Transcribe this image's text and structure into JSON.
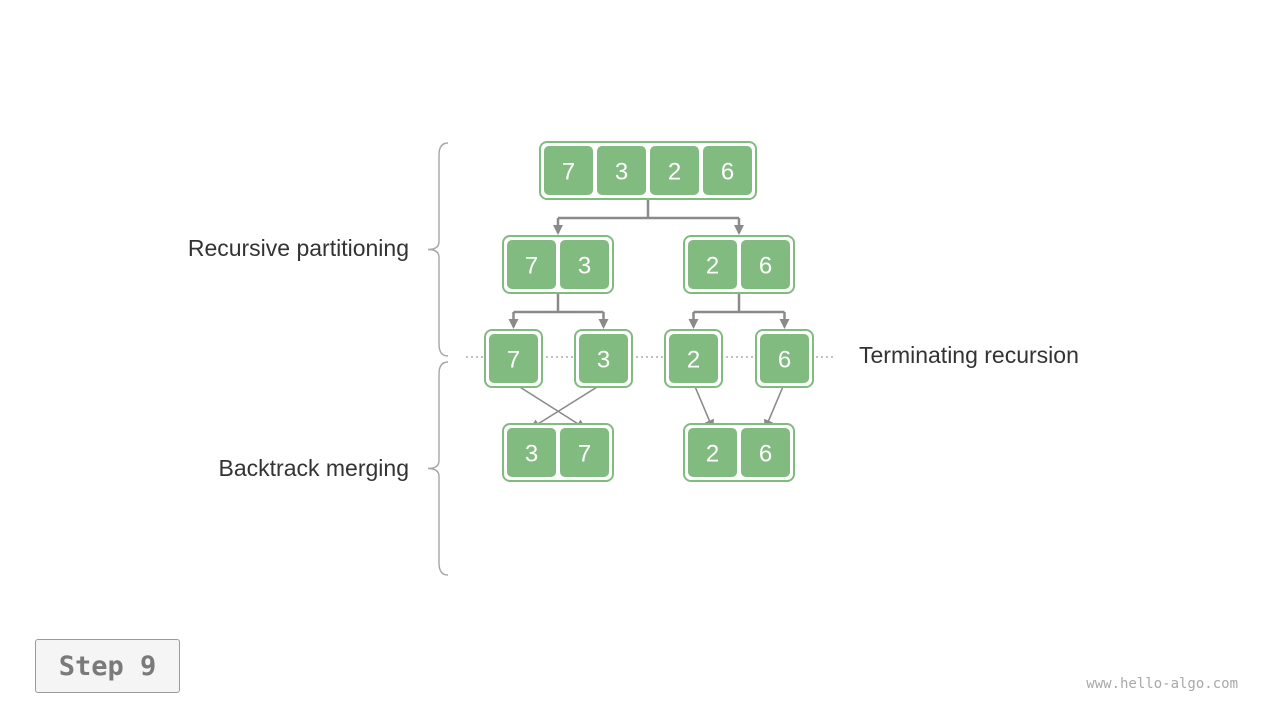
{
  "labels": {
    "partition": "Recursive partitioning",
    "merge": "Backtrack merging",
    "terminate": "Terminating recursion"
  },
  "step_label": "Step 9",
  "watermark": "www.hello-algo.com",
  "colors": {
    "cell_fill": "#81bb80",
    "cell_text": "#ffffff",
    "group_border": "#81bb80",
    "arrow": "#8a8a8a",
    "brace": "#a6a6a6",
    "dotted_line": "#9a9a9a"
  },
  "tree": {
    "root": [
      7,
      3,
      2,
      6
    ],
    "level1": [
      [
        7,
        3
      ],
      [
        2,
        6
      ]
    ],
    "leaves": [
      [
        7
      ],
      [
        3
      ],
      [
        2
      ],
      [
        6
      ]
    ],
    "merged": [
      [
        3,
        7
      ],
      [
        2,
        6
      ]
    ]
  }
}
